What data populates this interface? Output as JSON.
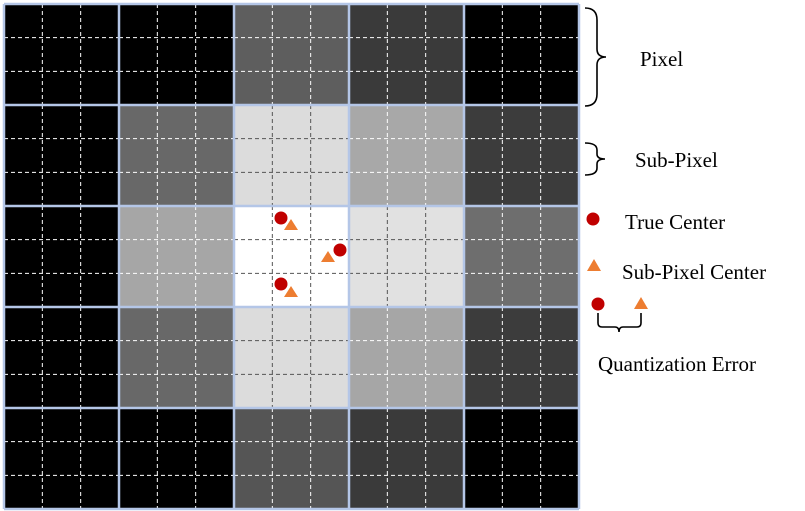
{
  "labels": {
    "pixel": "Pixel",
    "sub_pixel": "Sub-Pixel",
    "true_center": "True Center",
    "sub_pixel_center": "Sub-Pixel Center",
    "quantization_error": "Quantization Error"
  },
  "grid": {
    "rows": 5,
    "cols": 5,
    "subdivisions": 3,
    "pixel_colors": [
      [
        "#000000",
        "#000000",
        "#5e5e5e",
        "#3a3a3a",
        "#000000"
      ],
      [
        "#000000",
        "#686868",
        "#dcdcdc",
        "#a8a8a8",
        "#3c3c3c"
      ],
      [
        "#000000",
        "#a6a6a6",
        "#ffffff",
        "#e1e1e1",
        "#6e6e6e"
      ],
      [
        "#000000",
        "#686868",
        "#dcdcdc",
        "#a6a6a6",
        "#3c3c3c"
      ],
      [
        "#000000",
        "#000000",
        "#555555",
        "#3a3a3a",
        "#000000"
      ]
    ]
  },
  "colors": {
    "pixel_border": "#b4c6e7",
    "sub_line_light": "#ffffff",
    "sub_line_dark": "#555555",
    "true_center": "#c00000",
    "sub_pixel_center": "#ed7d31"
  }
}
